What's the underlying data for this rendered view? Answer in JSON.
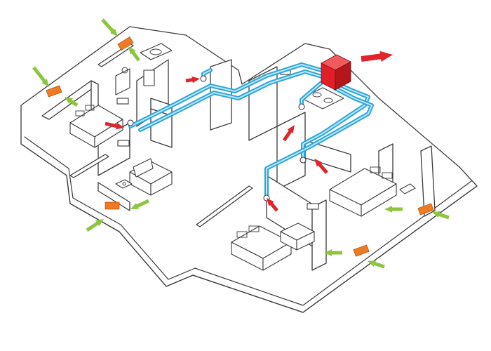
{
  "colors": {
    "duct": "#2aa6dc",
    "duct_highlight": "#bfe6f7",
    "exhaust_arrow": "#e0242b",
    "fresh_air_arrow": "#8cc63f",
    "inlet_grille": "#f07a22",
    "unit_front": "#e01f26",
    "unit_top": "#f05a5f",
    "unit_side": "#b5161c",
    "wall_line": "#3a3a3a"
  },
  "icons": {
    "ventilation_unit": "mvhr-unit-icon",
    "exhaust_arrow": "red-arrow-icon",
    "fresh_air_arrow": "green-arrow-icon",
    "window_inlet": "window-vent-icon"
  },
  "counts": {
    "window_inlets": 5,
    "fresh_air_arrows": 10,
    "extract_arrows": 6
  }
}
